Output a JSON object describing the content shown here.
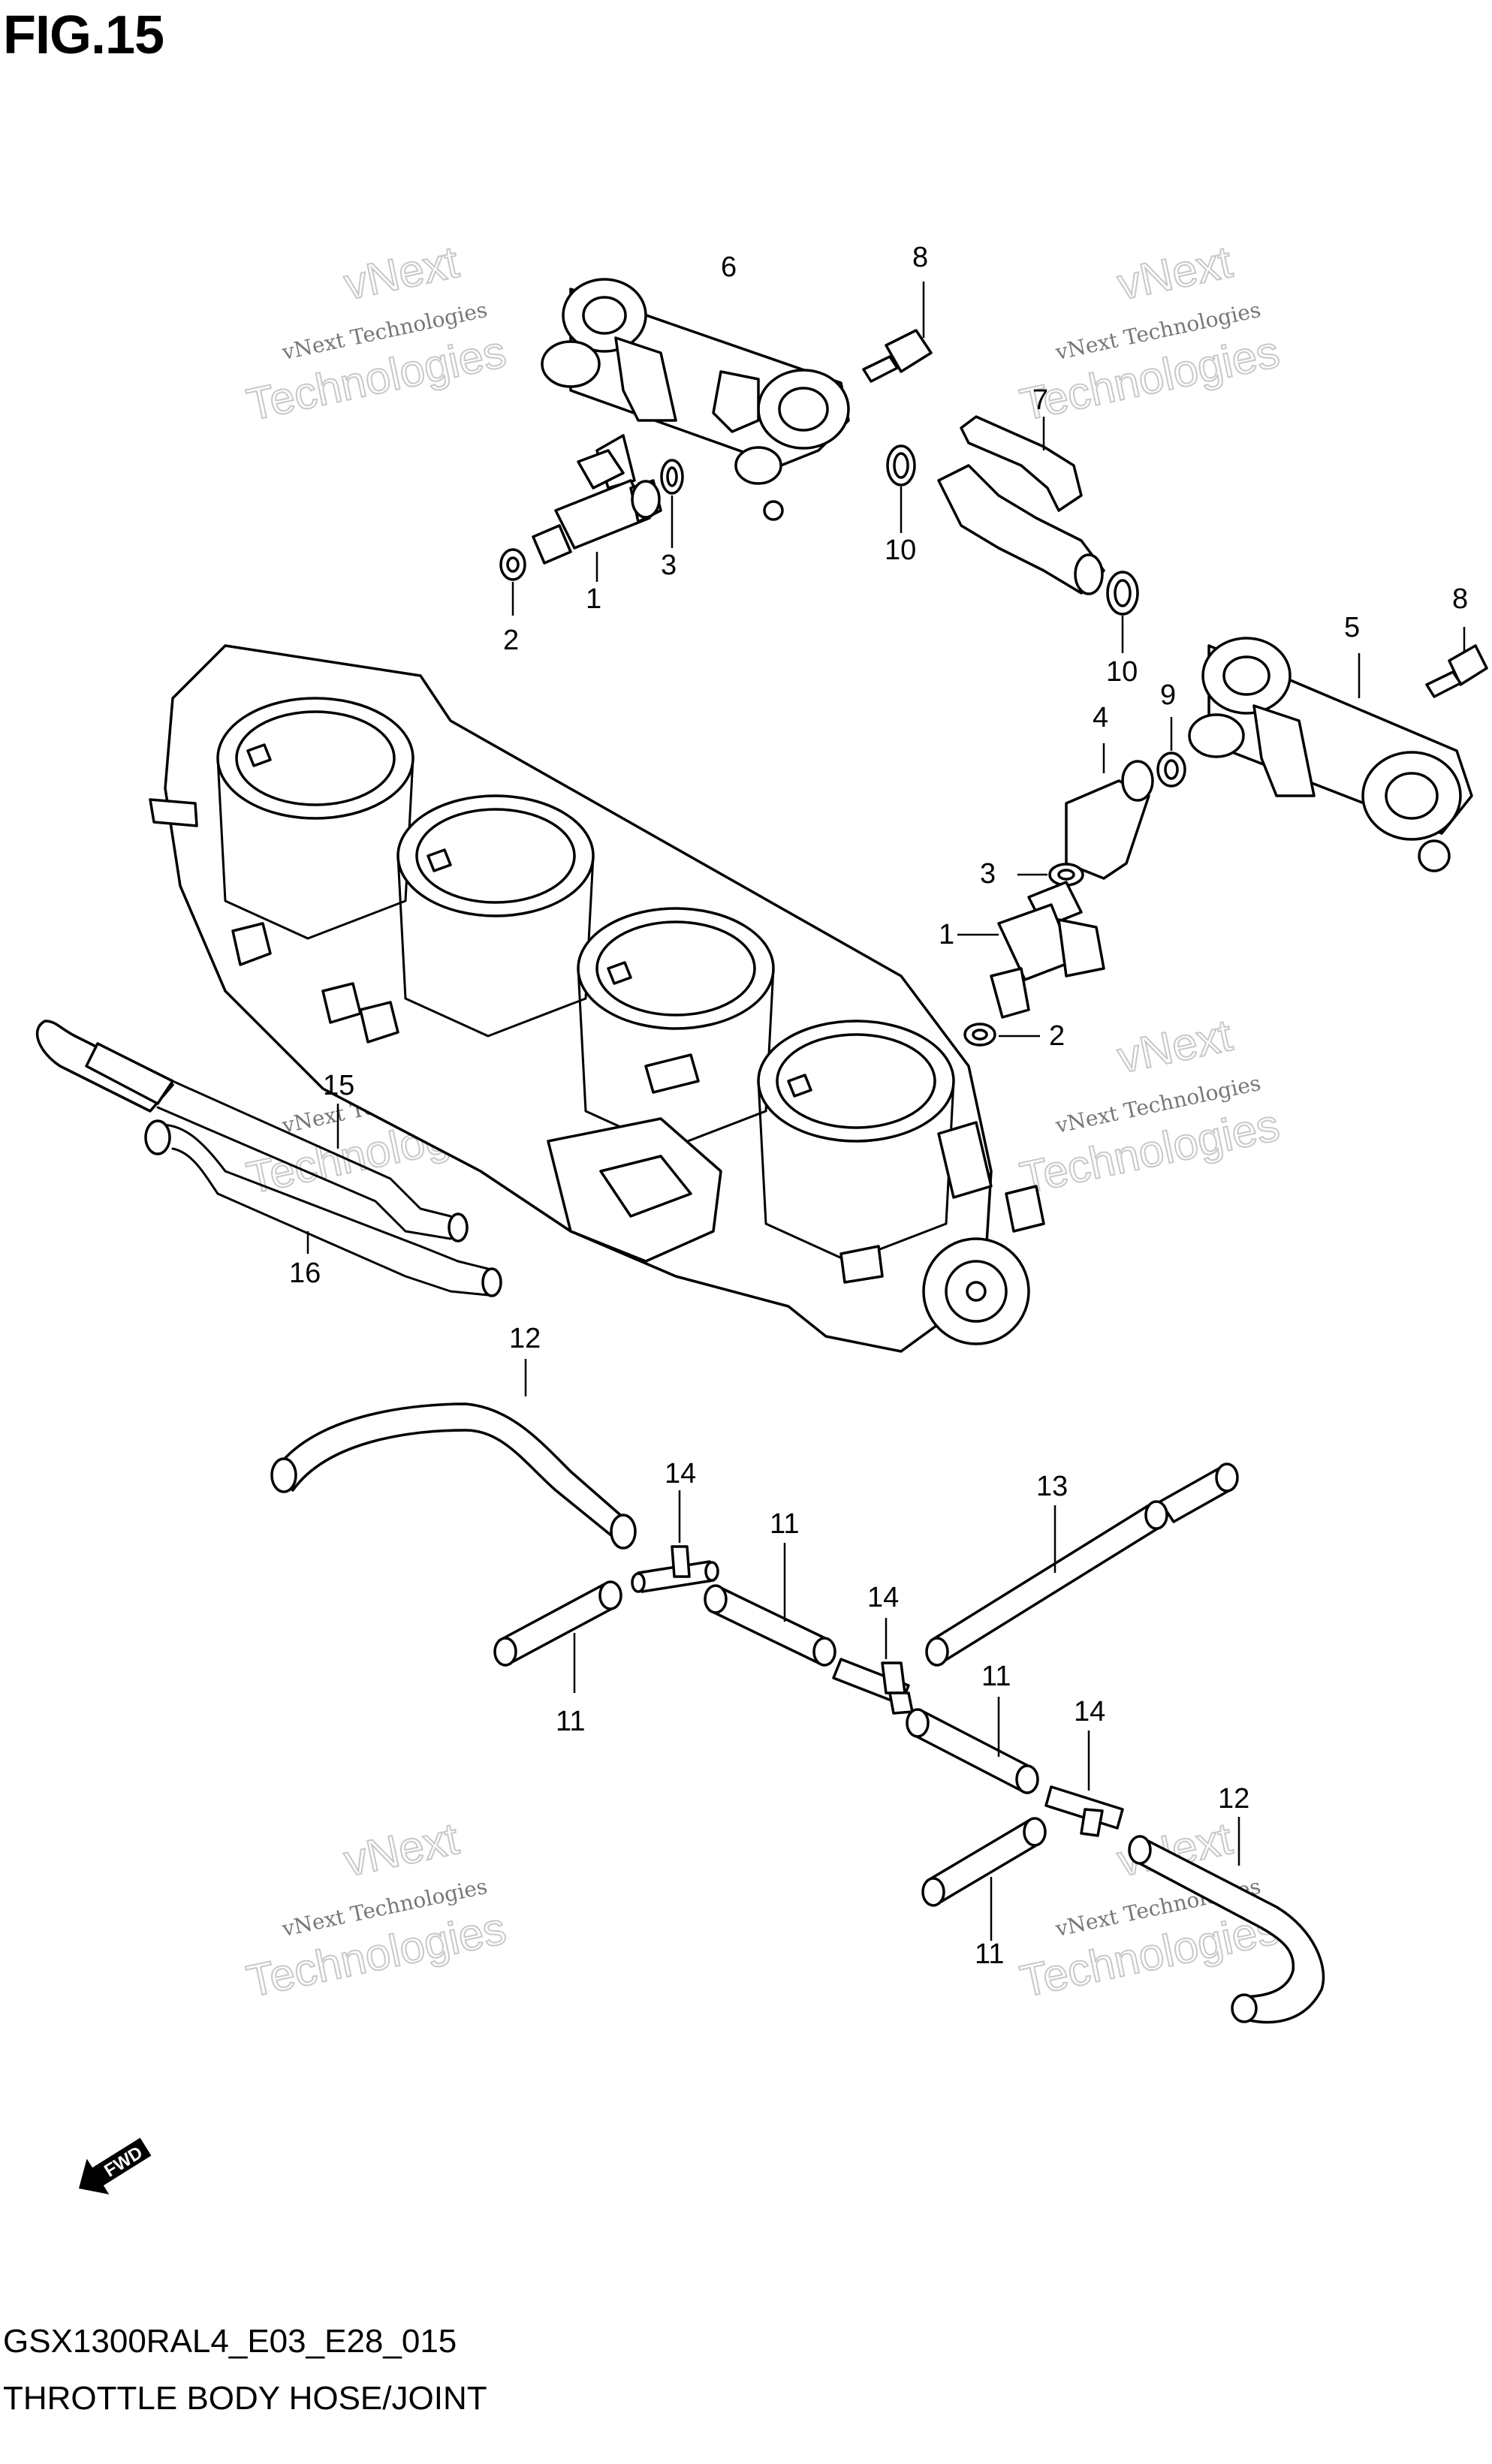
{
  "figure": {
    "title": "FIG.15",
    "code": "GSX1300RAL4_E03_E28_015",
    "caption": "THROTTLE BODY HOSE/JOINT",
    "fwd_label": "FWD"
  },
  "watermark": {
    "line1": "vNext Technologies",
    "line2": "vNext",
    "line3": "Technologies"
  },
  "callouts": {
    "c1a": "1",
    "c1b": "1",
    "c2a": "2",
    "c2b": "2",
    "c3a": "3",
    "c3b": "3",
    "c4": "4",
    "c5": "5",
    "c6": "6",
    "c7": "7",
    "c8a": "8",
    "c8b": "8",
    "c9": "9",
    "c10a": "10",
    "c10b": "10",
    "c11a": "11",
    "c11b": "11",
    "c11c": "11",
    "c11d": "11",
    "c12a": "12",
    "c12b": "12",
    "c13": "13",
    "c14a": "14",
    "c14b": "14",
    "c14c": "14",
    "c15": "15",
    "c16": "16"
  }
}
